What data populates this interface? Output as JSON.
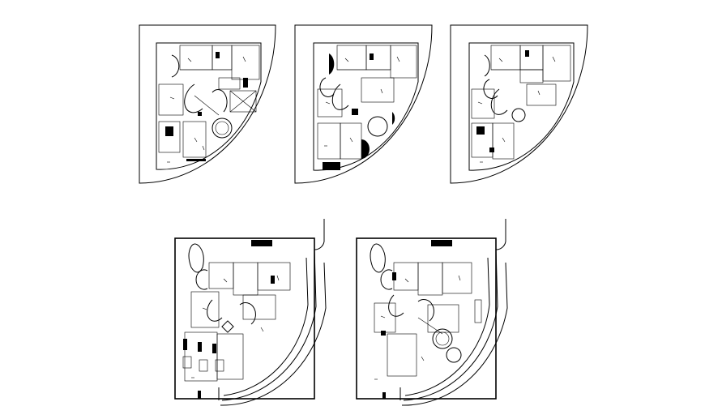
{
  "drawing": {
    "sheet_color": "#ffffff",
    "line_color": "#000000",
    "floor_plans": [
      {
        "id": "plan-1",
        "type": "quarter-circle"
      },
      {
        "id": "plan-2",
        "type": "quarter-circle"
      },
      {
        "id": "plan-3",
        "type": "quarter-circle"
      },
      {
        "id": "plan-4",
        "type": "square-with-curved-wall"
      },
      {
        "id": "plan-5",
        "type": "square-with-curved-wall"
      }
    ]
  }
}
